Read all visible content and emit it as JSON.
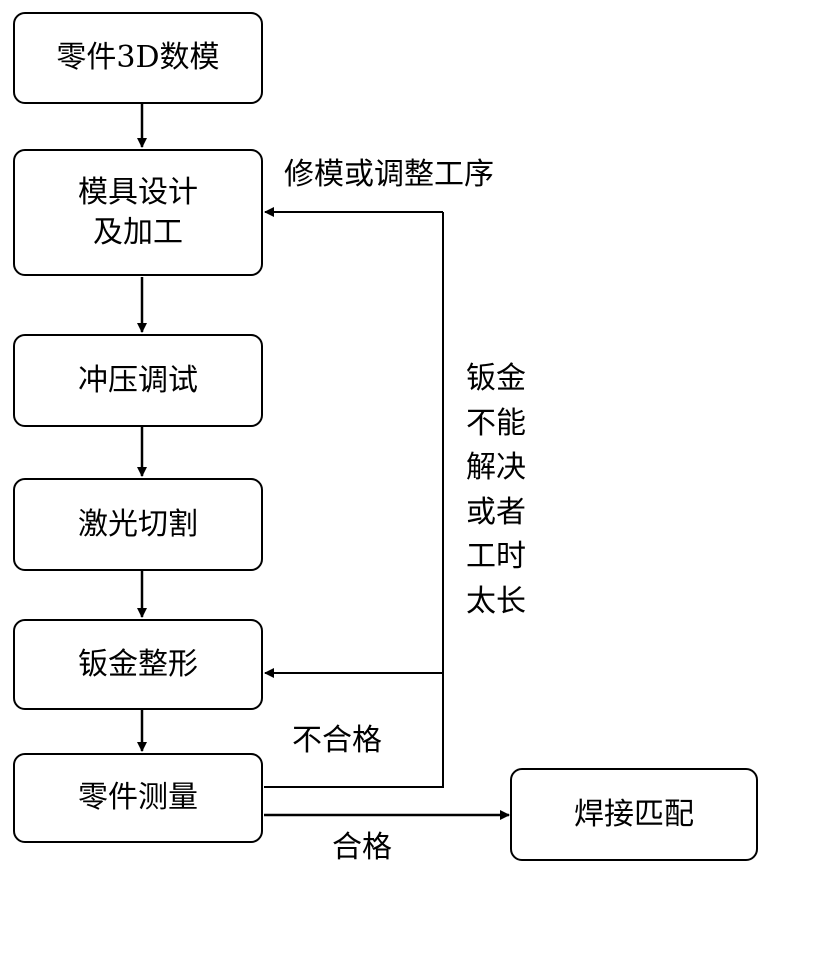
{
  "nodes": {
    "model": "零件3D数模",
    "mold": "模具设计\n及加工",
    "stamping": "冲压调试",
    "laser": "激光切割",
    "shaping": "钣金整形",
    "measure": "零件测量",
    "welding": "焊接匹配"
  },
  "edge_labels": {
    "rework": "修模或调整工序",
    "reason": "钣金\n不能\n解决\n或者\n工时\n太长",
    "fail": "不合格",
    "pass": "合格"
  }
}
